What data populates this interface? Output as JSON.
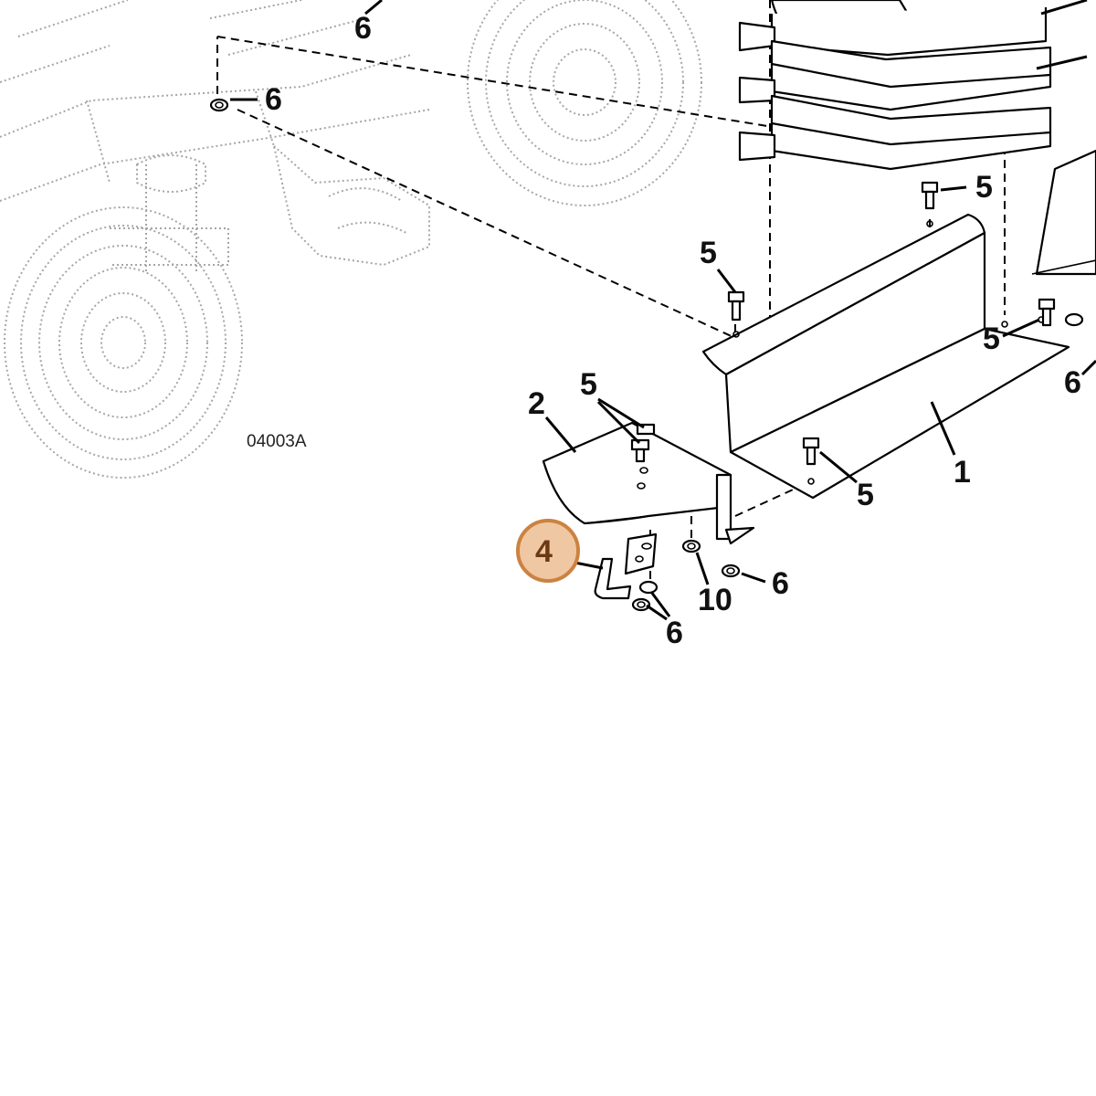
{
  "drawing": {
    "reference_code": "04003A"
  },
  "callouts": {
    "part1": "1",
    "part2": "2",
    "part4": "4",
    "bolt5": "5",
    "nut6": "6",
    "washer10": "10"
  },
  "highlight": {
    "selected_part": "4",
    "fill_color": "#efc7a2",
    "stroke_color": "#cc8240"
  }
}
